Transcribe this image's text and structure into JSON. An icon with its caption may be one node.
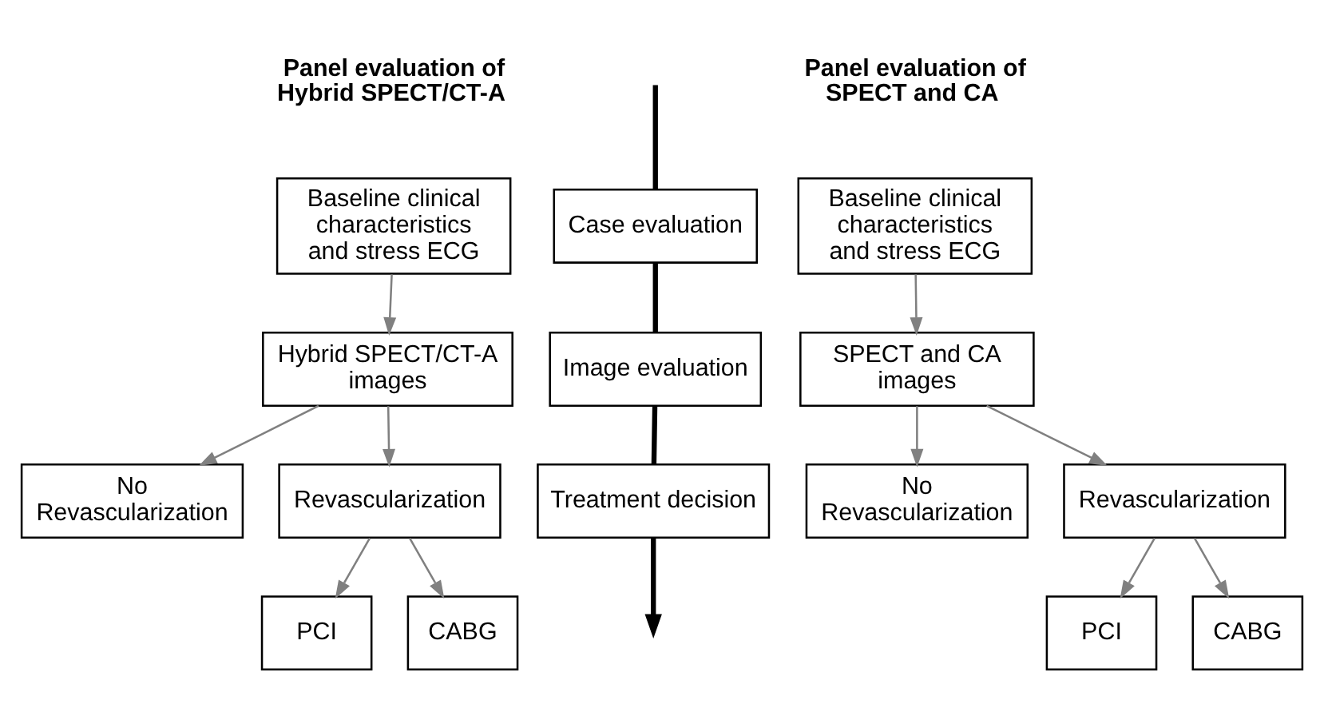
{
  "diagram": {
    "nodes": [
      {
        "text": [
          "Baseline clinical characteristics and stress ECG"
        ]
      },
      {
        "text": [
          "Hybrid SPECT/CT-A images"
        ]
      },
      {
        "text": [
          "No Revascularization"
        ]
      },
      {
        "text": [
          "Revascularization"
        ]
      },
      {
        "text": [
          "PCI"
        ]
      },
      {
        "text": [
          "CABG"
        ]
      },
      {
        "text": [
          "Case evaluation"
        ]
      },
      {
        "text": [
          "Image evaluation"
        ]
      },
      {
        "text": [
          "Treatment decision"
        ]
      },
      {
        "text": [
          "Baseline clinical characteristics and stress ECG"
        ]
      },
      {
        "text": [
          "SPECT and CA images"
        ]
      },
      {
        "text": [
          "No Revascularization"
        ]
      },
      {
        "text": [
          "Revascularization"
        ]
      },
      {
        "text": [
          "PCI"
        ]
      },
      {
        "text": [
          "CABG"
        ]
      }
    ],
    "edges": [
      {
        "from": 0,
        "to": 1,
        "arrow": "to"
      },
      {
        "from": 1,
        "to": 2,
        "arrow": "to"
      },
      {
        "from": 1,
        "to": 3,
        "arrow": "to"
      },
      {
        "from": 3,
        "to": 4,
        "arrow": "to"
      },
      {
        "from": 3,
        "to": 5,
        "arrow": "to"
      },
      {
        "from": null,
        "to": 6,
        "arrow": "none",
        "style": "thick",
        "color": "#000000"
      },
      {
        "from": 6,
        "to": 7,
        "arrow": "none",
        "style": "thick",
        "color": "#000000"
      },
      {
        "from": 7,
        "to": 8,
        "arrow": "none",
        "style": "thick",
        "color": "#000000"
      },
      {
        "from": 8,
        "to": null,
        "arrow": "to",
        "style": "thick",
        "color": "#000000"
      },
      {
        "from": 9,
        "to": 10,
        "arrow": "to"
      },
      {
        "from": 10,
        "to": 11,
        "arrow": "to"
      },
      {
        "from": 10,
        "to": 12,
        "arrow": "to"
      },
      {
        "from": 12,
        "to": 13,
        "arrow": "to"
      },
      {
        "from": 12,
        "to": 14,
        "arrow": "to"
      }
    ],
    "labels": [
      "Panel evaluation of Hybrid SPECT/CT-A",
      "Panel evaluation of SPECT and CA"
    ]
  }
}
